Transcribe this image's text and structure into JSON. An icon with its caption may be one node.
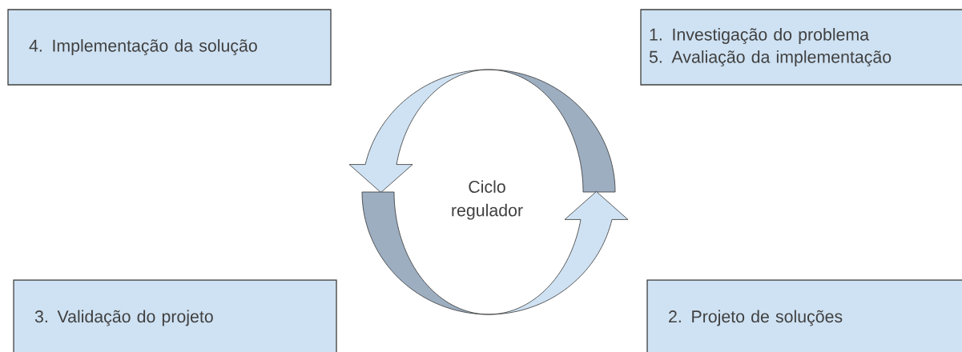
{
  "diagram": {
    "nodes": [
      {
        "text": [
          "4. Implementação da solução"
        ]
      },
      {
        "text": [
          "1. Investigação do problema",
          "5. Avaliação da implementação"
        ]
      },
      {
        "text": [
          "3. Validação do projeto"
        ]
      },
      {
        "text": [
          "2. Projeto de soluções"
        ]
      }
    ],
    "labels": [
      "Ciclo regulador"
    ]
  }
}
